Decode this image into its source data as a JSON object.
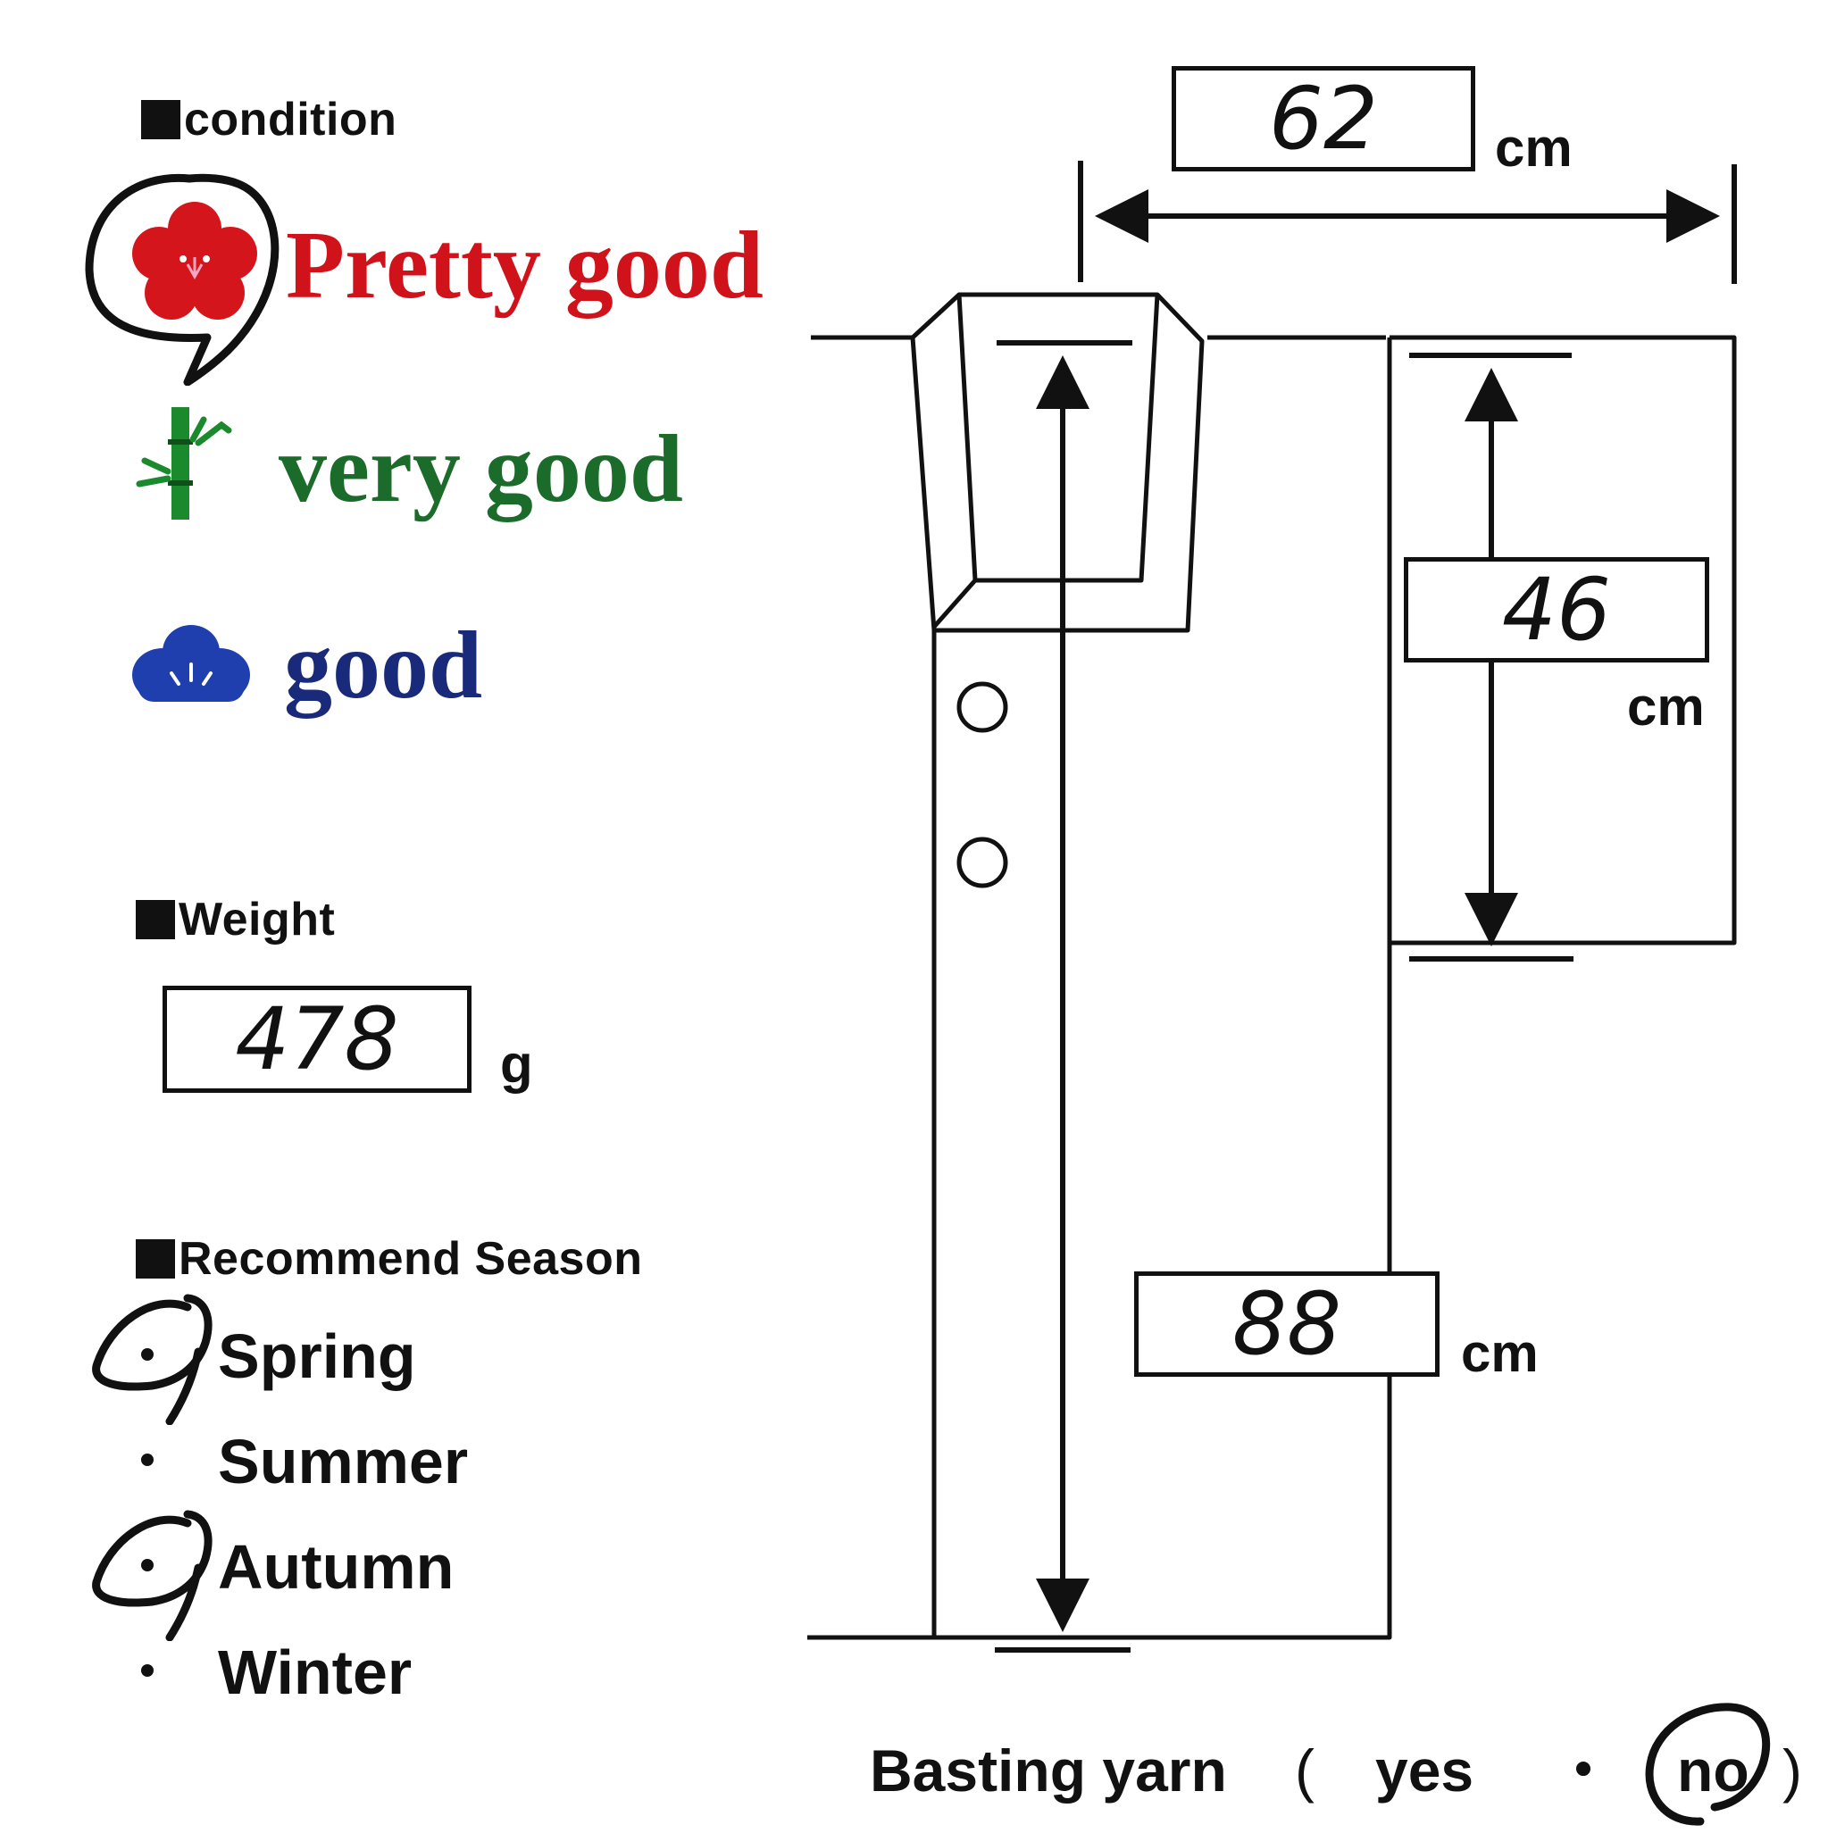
{
  "condition": {
    "heading": "condition",
    "levels": [
      {
        "label": "Pretty good",
        "color": "#d0121b",
        "icon": "plum-blossom-icon",
        "selected": true
      },
      {
        "label": "very good",
        "color": "#1b6b2a",
        "icon": "bamboo-icon",
        "selected": false
      },
      {
        "label": "good",
        "color": "#1a2a7a",
        "icon": "pine-icon",
        "selected": false
      }
    ]
  },
  "weight": {
    "heading": "Weight",
    "value": "478",
    "unit": "g"
  },
  "season": {
    "heading": "Recommend Season",
    "options": [
      {
        "label": "Spring",
        "selected": true
      },
      {
        "label": "Summer",
        "selected": false
      },
      {
        "label": "Autumn",
        "selected": true
      },
      {
        "label": "Winter",
        "selected": false
      }
    ]
  },
  "measurements": {
    "width": {
      "value": "62",
      "unit": "cm"
    },
    "sleeve": {
      "value": "46",
      "unit": "cm"
    },
    "length": {
      "value": "88",
      "unit": "cm"
    }
  },
  "basting": {
    "label": "Basting yarn",
    "open_paren": "(",
    "yes": "yes",
    "separator": "・",
    "no": "no",
    "close_paren": ")",
    "selected": "no"
  },
  "colors": {
    "ink": "#111111",
    "pretty_good": "#d0121b",
    "very_good": "#1b6b2a",
    "good": "#1a2a7a"
  }
}
